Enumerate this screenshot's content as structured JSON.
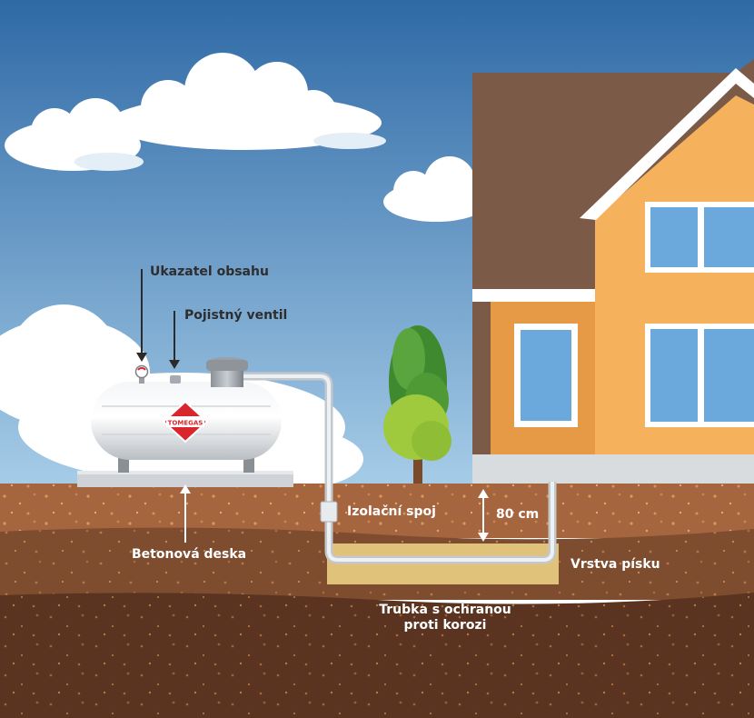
{
  "labels": {
    "gauge": "Ukazatel obsahu",
    "safety_valve": "Pojistný ventil",
    "insulation_joint": "Izolační spoj",
    "depth": "80 cm",
    "concrete_slab": "Betonová deska",
    "sand_layer": "Vrstva písku",
    "pipe_line1": "Trubka s ochranou",
    "pipe_line2": "proti korozi"
  },
  "tank_logo": "TOMEGAS",
  "colors": {
    "sky_top": "#2f6aa6",
    "sky_bottom": "#a7cde8",
    "wall": "#f5b15c",
    "roof": "#7b5a48",
    "soil_top": "#a5653f",
    "soil_mid": "#7e4c2e",
    "soil_deep": "#5a3420",
    "sand": "#e0c27a",
    "logo_red": "#d9262c"
  }
}
